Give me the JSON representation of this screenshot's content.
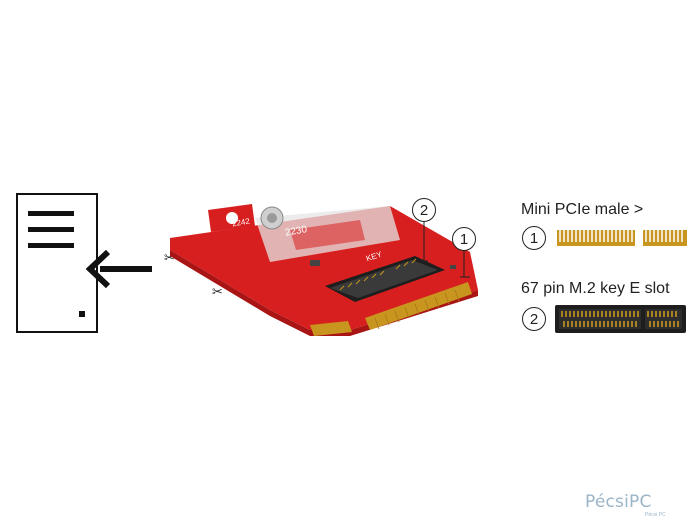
{
  "legend": {
    "item1": {
      "number": "1",
      "label": "Mini PCIe male >"
    },
    "item2": {
      "number": "2",
      "label": "67 pin M.2 key E slot"
    }
  },
  "callouts": [
    {
      "number": "2",
      "target": "m2-slot"
    },
    {
      "number": "1",
      "target": "mini-pcie-edge"
    }
  ],
  "card_text": {
    "size_2242": "2242",
    "size_2230": "2230",
    "key": "KEY"
  },
  "watermark": {
    "brand": "PécsiPC",
    "tagline": "Pécsi PC"
  },
  "colors": {
    "pcb_red": "#d81f1f",
    "gold": "#c8961e",
    "slot_black": "#1e1e1e",
    "icon_black": "#111111"
  }
}
